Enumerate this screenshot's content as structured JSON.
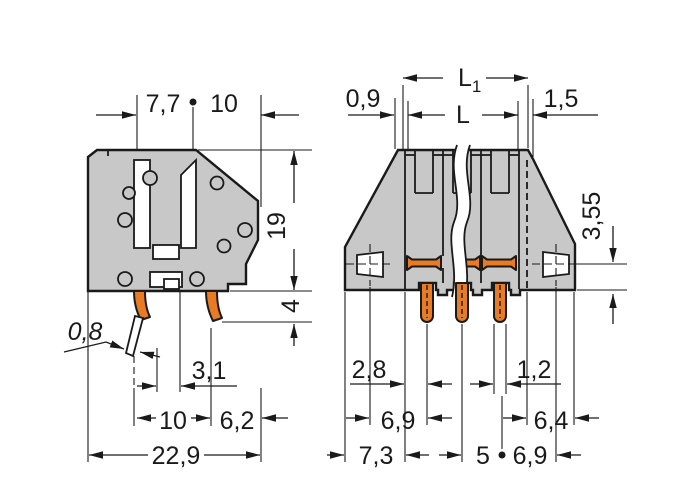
{
  "drawing_type": "terminal-block-dimension-drawing",
  "colors": {
    "body_gray": "#c8c8c8",
    "contact_orange": "#e87b23",
    "line_dark": "#1a1a1a",
    "background": "#ffffff"
  },
  "side_view": {
    "dimensions": {
      "clamp_offset": "7,7",
      "pin_spacing_top": "10",
      "height": "19",
      "pin_length": "4",
      "pin_width": "0,8",
      "slot_width": "3,1",
      "pin_spacing_bottom": "10",
      "edge_offset": "6,2",
      "total_depth": "22,9"
    }
  },
  "front_view": {
    "dimensions": {
      "left_offset": "0,9",
      "length_l1": "L",
      "length_l1_sub": "1",
      "length_l": "L",
      "right_offset": "1,5",
      "foot_height": "3,55",
      "pin_offset": "2,8",
      "pin_width": "1,2",
      "hole_to_pin": "6,9",
      "end_width": "6,4",
      "end_pitch": "7,3",
      "pole_pitch": "5",
      "hole_offset": "6,9"
    }
  }
}
